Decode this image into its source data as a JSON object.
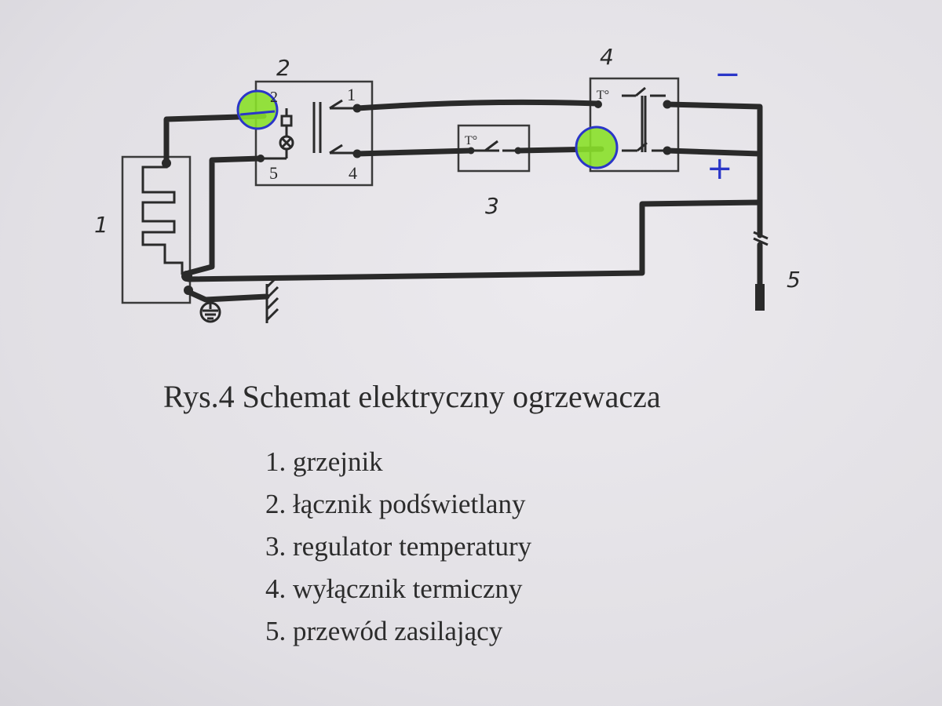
{
  "caption": "Rys.4  Schemat elektryczny ogrzewacza",
  "legend": [
    "1. grzejnik",
    "2. łącznik podświetlany",
    "3. regulator temperatury",
    "4. wyłącznik termiczny",
    "5. przewód zasilający"
  ],
  "component_labels": {
    "heater": "1",
    "lit_switch": "2",
    "temp_regulator": "3",
    "thermal_cutout": "4",
    "power_cord": "5"
  },
  "terminal_labels": {
    "switch_t1": "1",
    "switch_t4": "4",
    "switch_t5": "5",
    "switch_t2": "2",
    "regulator_symbol": "T°",
    "cutout_symbol": "T°"
  },
  "handwritten": {
    "minus": "−",
    "plus": "+"
  },
  "colors": {
    "highlighter": "#8ae02a",
    "pen": "#2a36c8",
    "ink": "#2a2a2a"
  },
  "icons": [
    "ground-icon",
    "chassis-ground-icon",
    "lamp-icon"
  ]
}
